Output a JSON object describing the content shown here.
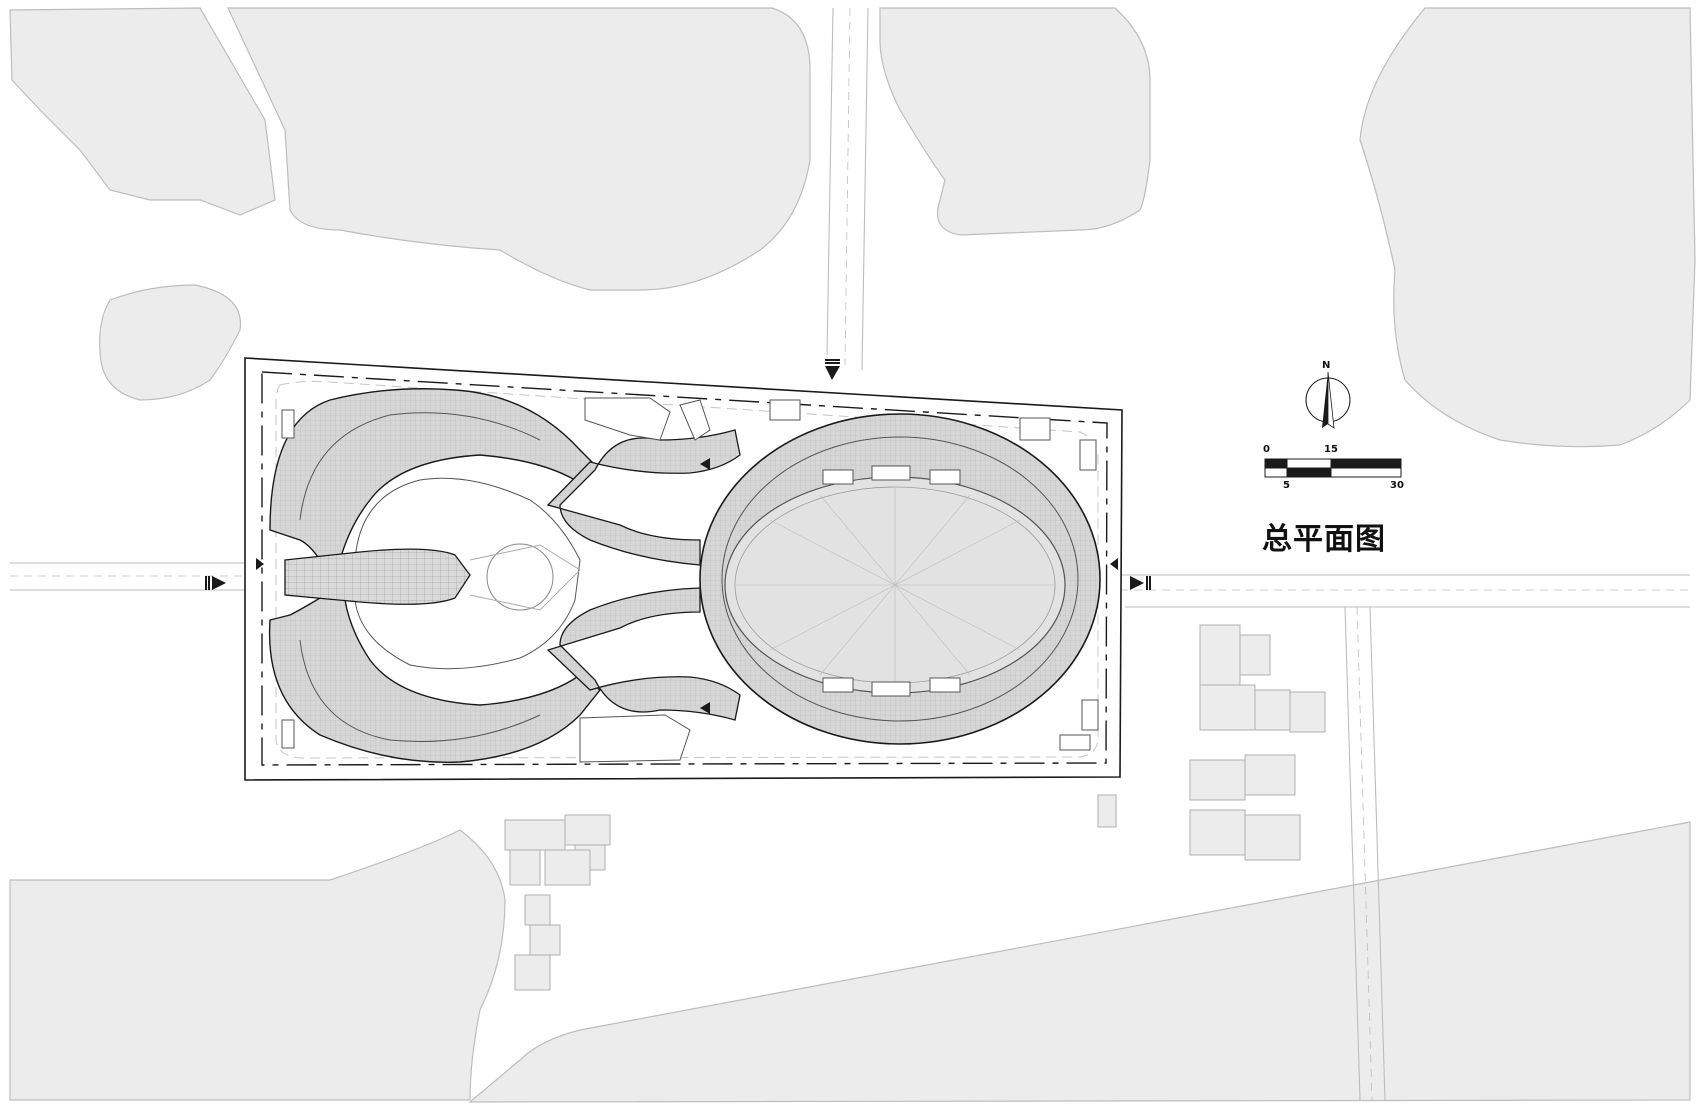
{
  "title": "总平面图",
  "north": "N",
  "scale_bar": {
    "top_labels": [
      "0",
      "15"
    ],
    "bottom_labels": [
      "5",
      "30"
    ]
  },
  "colors": {
    "land": "#ececec",
    "outline": "#b9b9b9",
    "roof": "#d4d4d4",
    "ink": "#1a1a1a"
  }
}
